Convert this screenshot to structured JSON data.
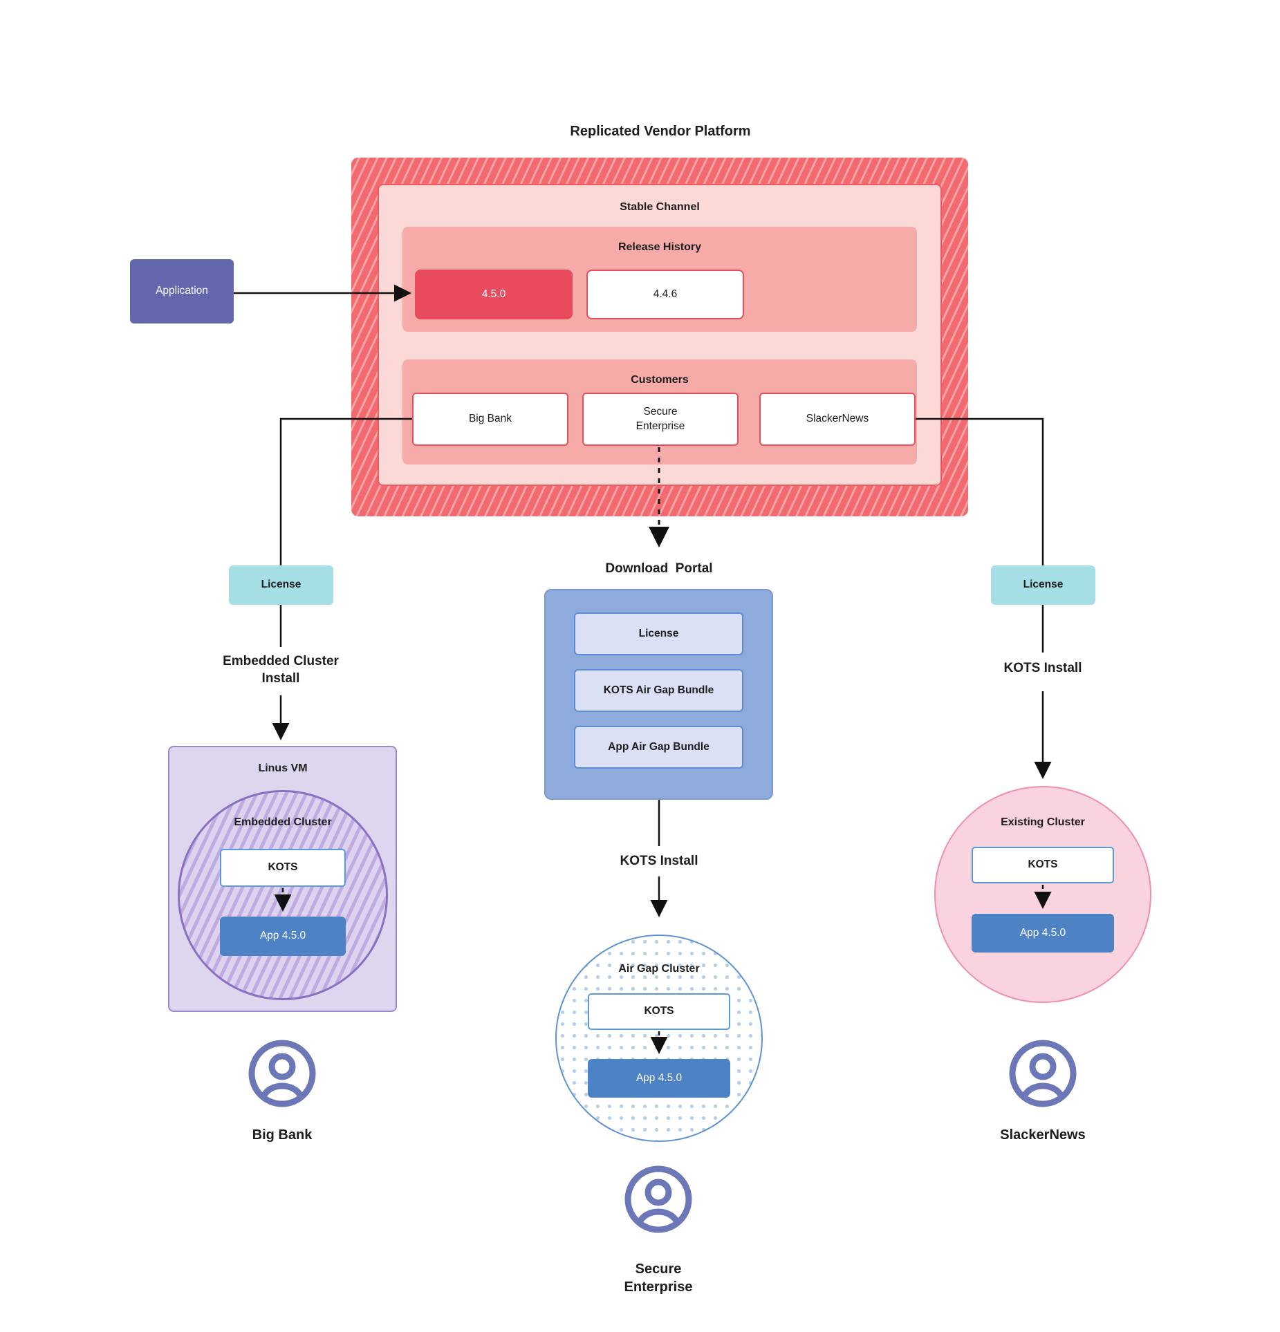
{
  "title": "Replicated Vendor Platform",
  "application": {
    "label": "Application"
  },
  "platform": {
    "stable_channel": "Stable Channel",
    "release_history": {
      "label": "Release History",
      "current_version": "4.5.0",
      "previous_version": "4.4.6"
    },
    "customers": {
      "label": "Customers",
      "big_bank": "Big Bank",
      "secure_enterprise": "Secure Enterprise",
      "slacker_news": "SlackerNews"
    }
  },
  "left_flow": {
    "license": "License",
    "install": "Embedded Cluster Install",
    "vm": "Linus VM",
    "cluster": "Embedded Cluster",
    "kots": "KOTS",
    "app": "App 4.5.0",
    "customer": "Big Bank"
  },
  "middle_flow": {
    "portal_title": "Download  Portal",
    "portal_items": {
      "license": "License",
      "kots_bundle": "KOTS Air Gap Bundle",
      "app_bundle": "App Air Gap Bundle"
    },
    "install": "KOTS Install",
    "cluster": "Air Gap Cluster",
    "kots": "KOTS",
    "app": "App 4.5.0",
    "customer": "Secure Enterprise"
  },
  "right_flow": {
    "license": "License",
    "install": "KOTS Install",
    "cluster": "Existing Cluster",
    "kots": "KOTS",
    "app": "App 4.5.0",
    "customer": "SlackerNews"
  },
  "colors": {
    "hatch_red": "#f2696e",
    "hatch_red_light": "#f7a4a8",
    "pink_light": "#fbd9d6",
    "pink_mid": "#f6aba8",
    "red_accent": "#e84b5e",
    "purple_app": "#6267ae",
    "teal_license": "#a6dee6",
    "portal_blue": "#8fabdb",
    "portal_item_bg": "#dbe0f4",
    "app_blue": "#4d82c4",
    "kots_border_blue": "#5b9bd5",
    "lavender": "#ded5ef",
    "purple_border": "#8a70c2",
    "airgap_border_blue": "#5e93d4",
    "existing_pink": "#f9d3de",
    "existing_border_pink": "#ef8fae",
    "person_purple": "#6c77b8"
  }
}
